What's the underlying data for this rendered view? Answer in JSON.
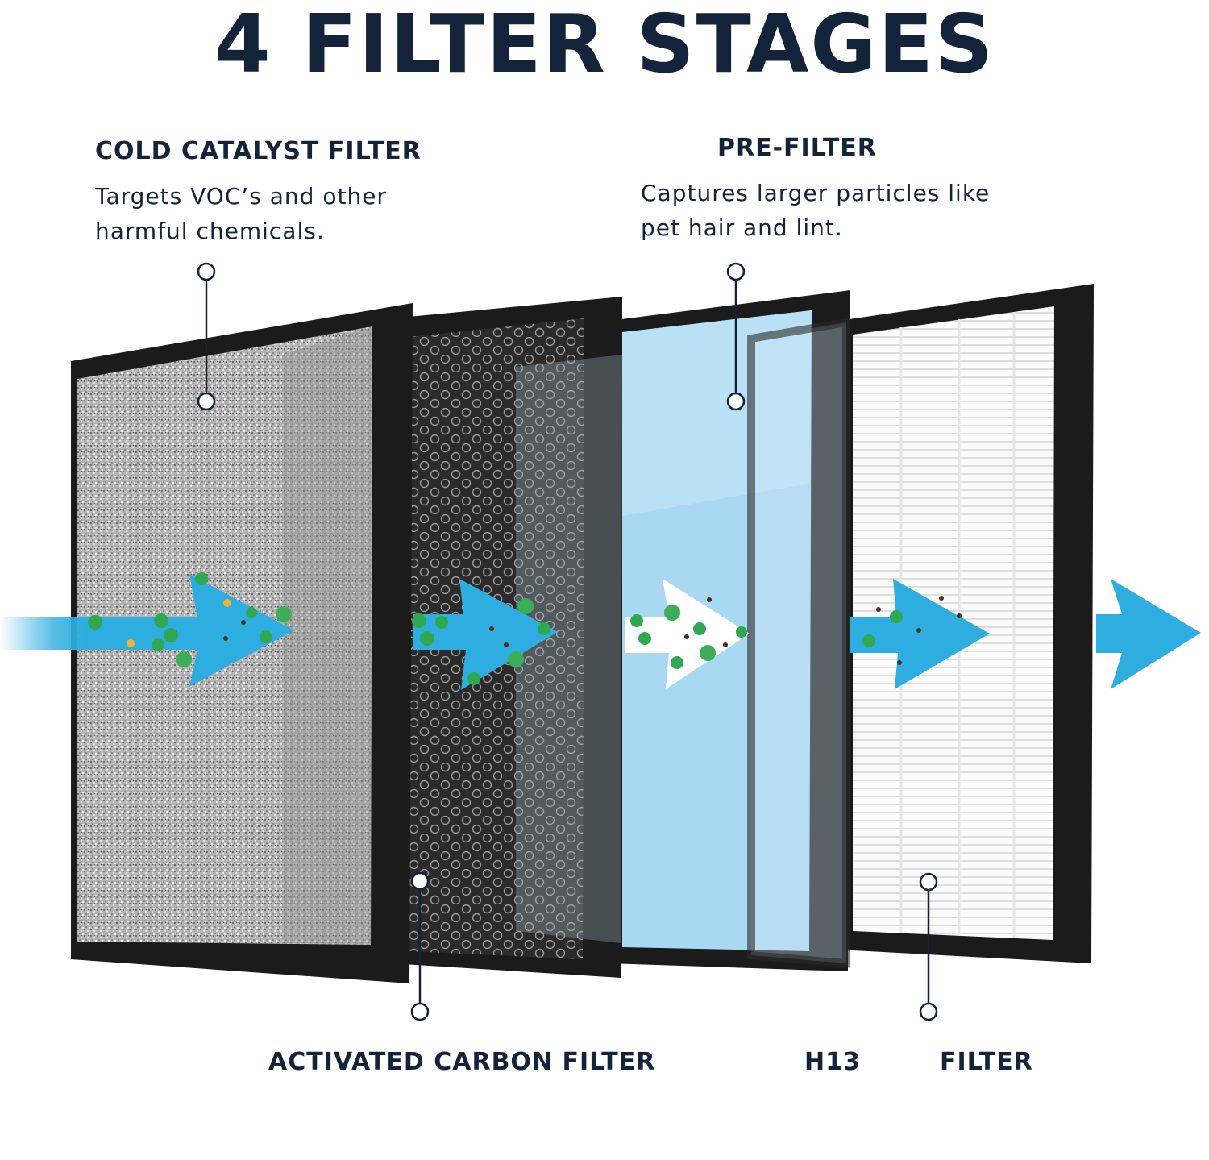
{
  "title": "4 FILTER STAGES",
  "stages": {
    "cold_catalyst": {
      "label": "COLD CATALYST FILTER",
      "description_lines": [
        "Targets VOC’s and other",
        "harmful chemicals."
      ]
    },
    "pre_filter": {
      "label": "PRE-FILTER",
      "description_lines": [
        "Captures larger particles like",
        "pet hair and lint."
      ]
    },
    "activated_carbon": {
      "label": "ACTIVATED CARBON FILTER"
    },
    "hepa": {
      "label_part1": "H13",
      "label_part2": "FILTER"
    }
  },
  "colors": {
    "title": "#13233a",
    "frame": "#1b1b1b",
    "arrow": "#2eaee0",
    "particle_green": "#2fa84f",
    "pre_filter_blue": "#a9d8f2",
    "catalyst_grey": "#b9b9b9",
    "carbon_dark": "#3a3a3a"
  }
}
